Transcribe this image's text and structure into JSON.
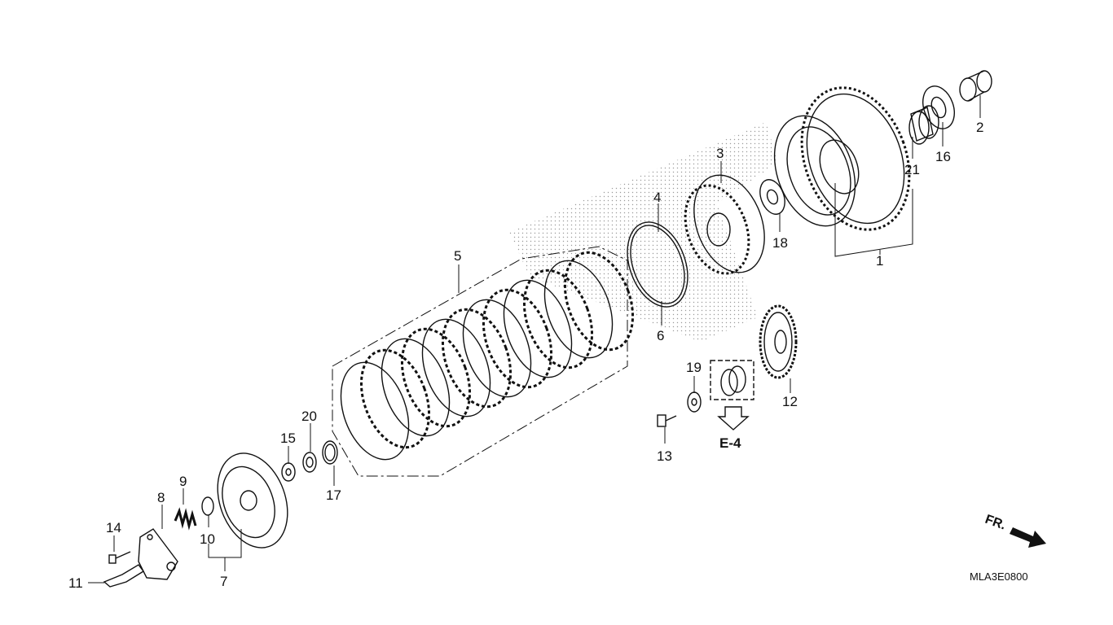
{
  "diagram_code": "MLA3E0800",
  "reference_label": "E-4",
  "direction_label": "FR.",
  "callouts": [
    "1",
    "2",
    "3",
    "4",
    "5",
    "6",
    "7",
    "8",
    "9",
    "10",
    "11",
    "12",
    "13",
    "14",
    "15",
    "16",
    "17",
    "18",
    "19",
    "20",
    "21"
  ]
}
